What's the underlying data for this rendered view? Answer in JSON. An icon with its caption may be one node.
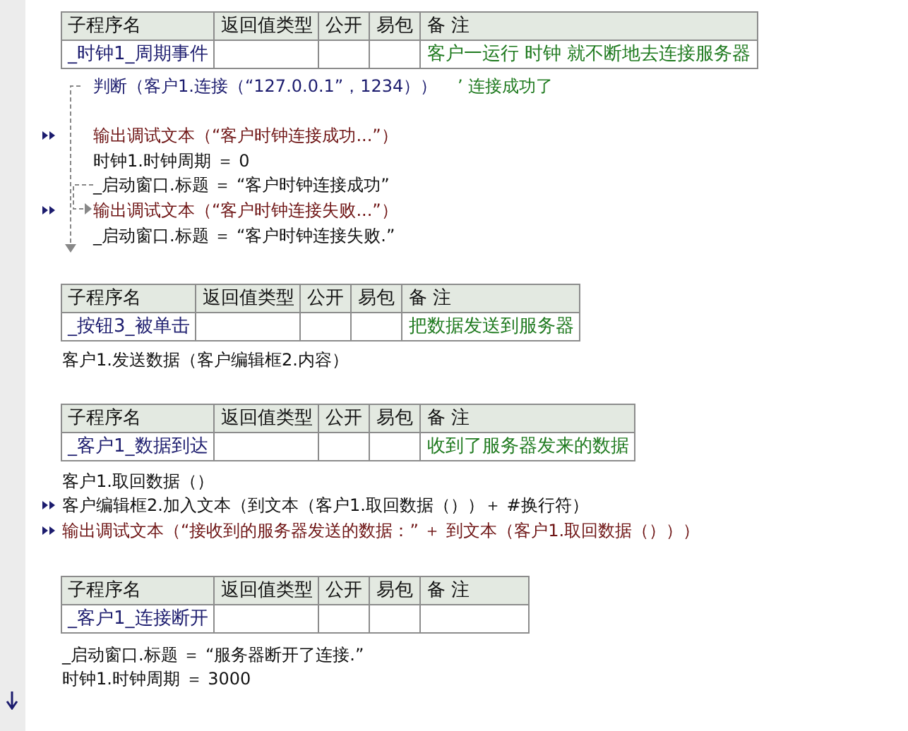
{
  "diagram": {
    "labels": [
      "子程序名",
      "返回值类型",
      "公开",
      "易包",
      "备 注",
      "_时钟1_周期事件",
      "客户一运行 时钟  就不断地去连接服务器",
      "判断（客户1.连接（“127.0.0.1”，1234））",
      "’ 连接成功了",
      "输出调试文本（“客户时钟连接成功...”）",
      "时钟1.时钟周期 ＝ 0",
      "_启动窗口.标题 ＝ “客户时钟连接成功”",
      "输出调试文本（“客户时钟连接失败...”）",
      "_启动窗口.标题 ＝ “客户时钟连接失败.”",
      "子程序名",
      "返回值类型",
      "公开",
      "易包",
      "备 注",
      "_按钮3_被单击",
      "把数据发送到服务器",
      "客户1.发送数据（客户编辑框2.内容）",
      "子程序名",
      "返回值类型",
      "公开",
      "易包",
      "备 注",
      "_客户1_数据到达",
      "收到了服务器发来的数据",
      "客户1.取回数据（）",
      "客户编辑框2.加入文本（到文本（客户1.取回数据（））＋ #换行符）",
      "输出调试文本（“接收到的服务器发送的数据：” ＋ 到文本（客户1.取回数据（）））",
      "子程序名",
      "返回值类型",
      "公开",
      "易包",
      "备 注",
      "_客户1_连接断开",
      "_启动窗口.标题 ＝ “服务器断开了连接.”",
      "时钟1.时钟周期 ＝ 3000"
    ]
  }
}
